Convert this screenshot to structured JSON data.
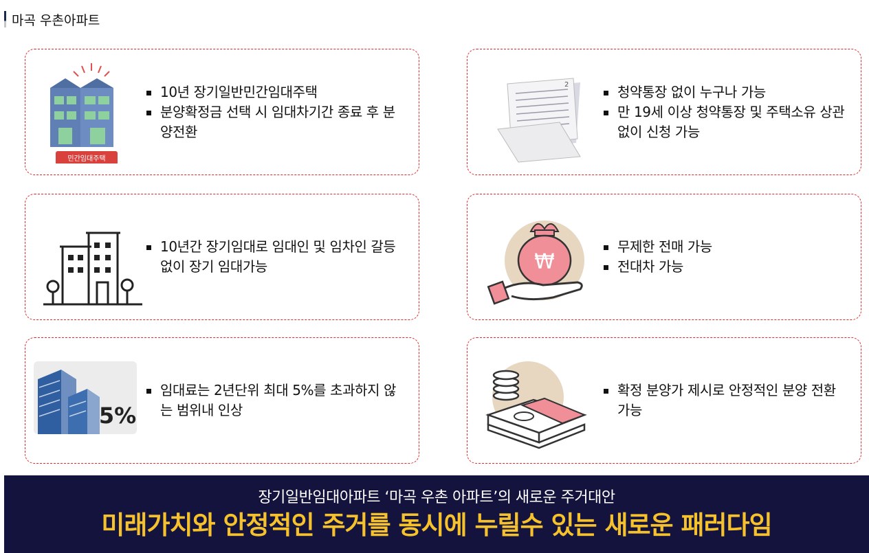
{
  "header": {
    "title": "마곡 우촌아파트"
  },
  "cards": [
    {
      "illustration": {
        "icon": "rental-housing-building-icon",
        "badge": "민간임대주택"
      },
      "bullets": [
        "10년 장기일반민간임대주택",
        "분양확정금 선택 시 임대차기간 종료 후 분양전환"
      ]
    },
    {
      "illustration": {
        "icon": "bankbook-icon"
      },
      "bullets": [
        "청약통장 없이 누구나 가능",
        "만 19세 이상 청약통장 및 주택소유 상관없이 신청 가능"
      ]
    },
    {
      "illustration": {
        "icon": "apartment-outline-icon"
      },
      "bullets": [
        "10년간 장기임대로 임대인 및 임차인 갈등 없이 장기 임대가능"
      ]
    },
    {
      "illustration": {
        "icon": "money-bag-hand-icon",
        "symbol": "₩"
      },
      "bullets": [
        "무제한 전매 가능",
        "전대차 가능"
      ]
    },
    {
      "illustration": {
        "icon": "buildings-percent-icon",
        "badge": "5%"
      },
      "bullets": [
        "임대료는 2년단위 최대 5%를 초과하지 않는 범위내 인상"
      ]
    },
    {
      "illustration": {
        "icon": "cash-stack-icon"
      },
      "bullets": [
        "확정 분양가 제시로 안정적인 분양 전환 가능"
      ]
    }
  ],
  "banner": {
    "subtitle": "장기일반임대아파트 ‘마곡 우촌 아파트’의 새로운 주거대안",
    "title": "미래가치와 안정적인 주거를 동시에 누릴수 있는 새로운 패러다임"
  },
  "colors": {
    "card_border": "#e02a2a",
    "banner_bg": "#14133d",
    "banner_title": "#f5c12c",
    "badge_red": "#d9413d",
    "pink": "#f08f98"
  }
}
